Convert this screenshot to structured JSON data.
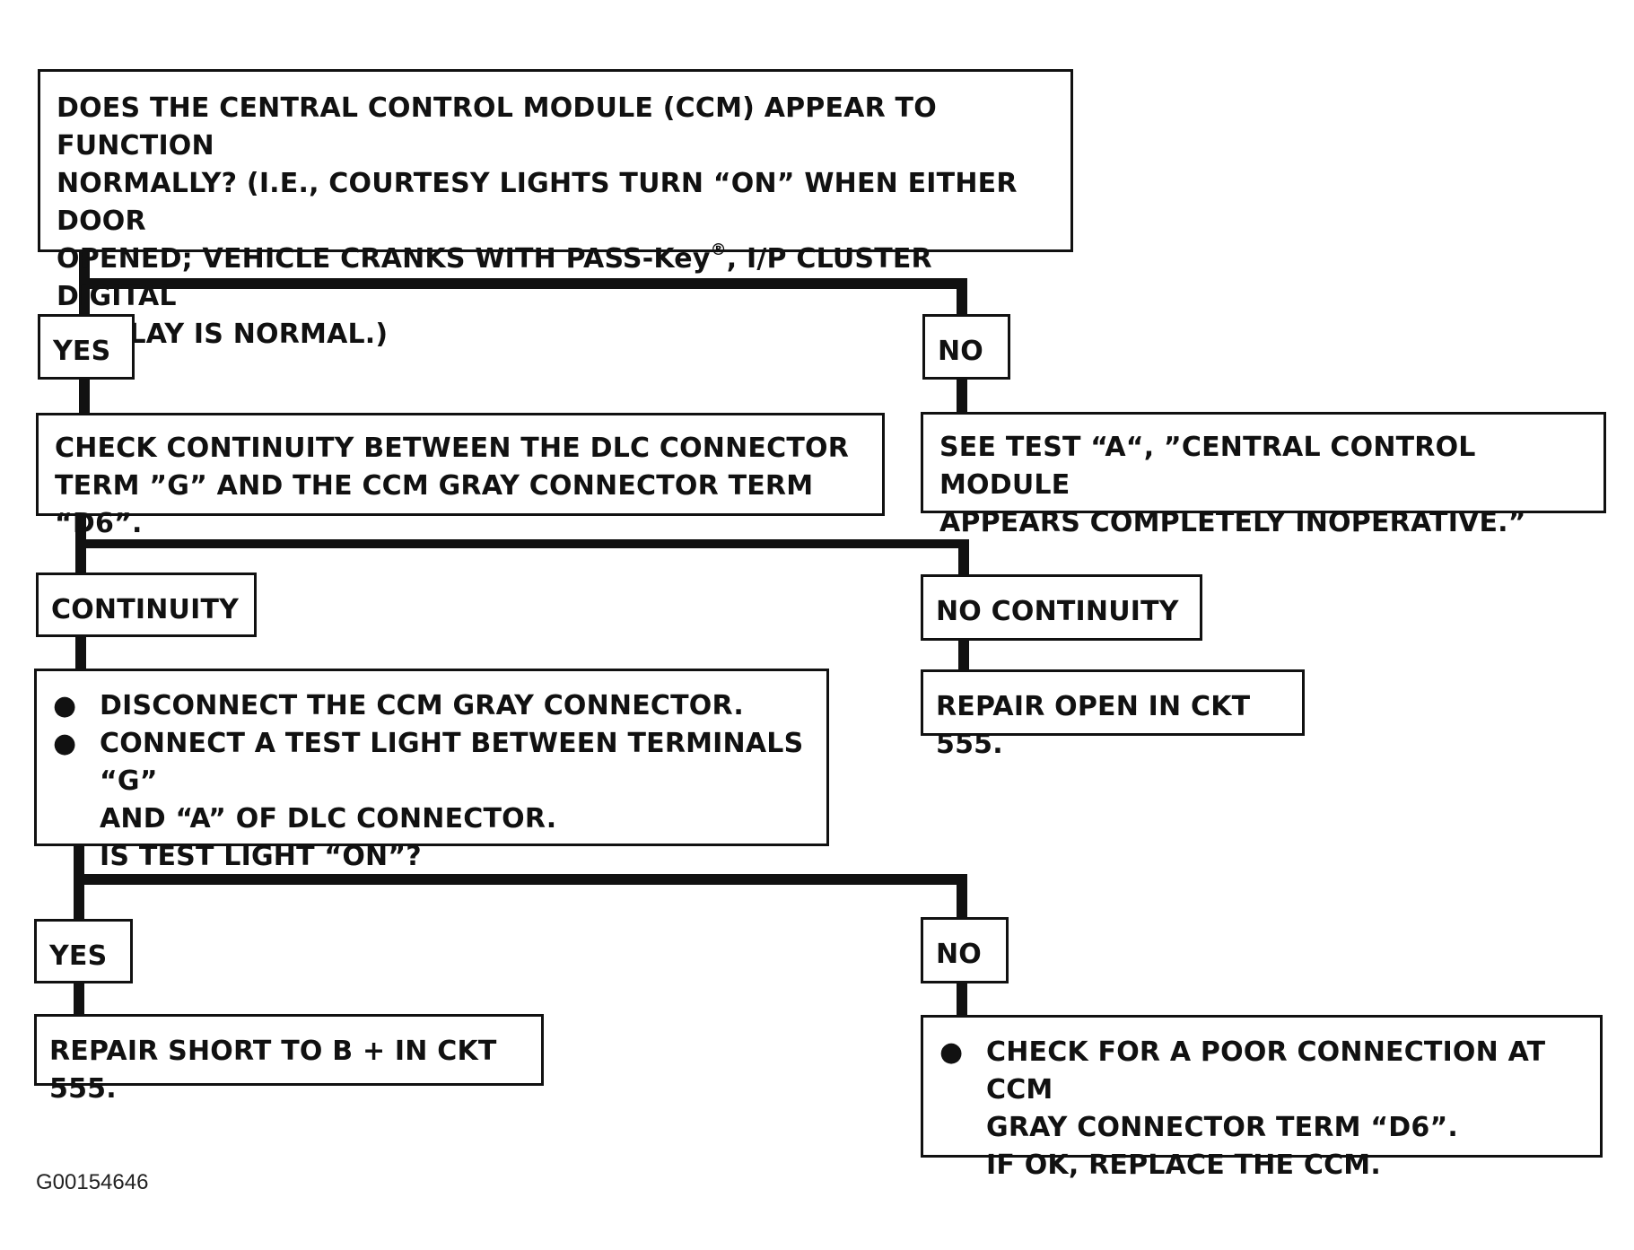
{
  "start": {
    "line1": "DOES THE CENTRAL CONTROL MODULE (CCM) APPEAR TO FUNCTION",
    "line2": "NORMALLY?  (I.E., COURTESY LIGHTS TURN “ON” WHEN EITHER DOOR",
    "line3a": "OPENED; VEHICLE CRANKS WITH PASS-Key",
    "line3sup": "®",
    "line3b": ",  I/P CLUSTER DIGITAL",
    "line4": "DISPLAY IS NORMAL.)"
  },
  "branch1": {
    "yes": "YES",
    "no": "NO"
  },
  "check_continuity": {
    "line1": "CHECK CONTINUITY BETWEEN THE DLC CONNECTOR",
    "line2": "TERM ”G” AND THE CCM GRAY CONNECTOR TERM “D6”."
  },
  "see_test_a": {
    "line1": "SEE  TEST “A“,  ”CENTRAL CONTROL MODULE",
    "line2": "APPEARS COMPLETELY INOPERATIVE.”"
  },
  "branch2": {
    "yes": "CONTINUITY",
    "no": "NO CONTINUITY"
  },
  "repair_open": "REPAIR OPEN IN CKT 555.",
  "test_light": {
    "bullet": "●",
    "item1": "DISCONNECT THE CCM GRAY CONNECTOR.",
    "item2_line1": "CONNECT A TEST LIGHT BETWEEN TERMINALS “G”",
    "item2_line2": "AND “A” OF DLC CONNECTOR.",
    "question": "IS TEST LIGHT “ON”?"
  },
  "branch3": {
    "yes": "YES",
    "no": "NO"
  },
  "repair_short": "REPAIR SHORT TO B +  IN CKT 555.",
  "poor_connection": {
    "bullet": "●",
    "line1": "CHECK FOR A POOR CONNECTION AT CCM",
    "line2": "GRAY CONNECTOR TERM “D6”.",
    "line3": "IF OK, REPLACE THE CCM."
  },
  "figure_id": "G00154646"
}
